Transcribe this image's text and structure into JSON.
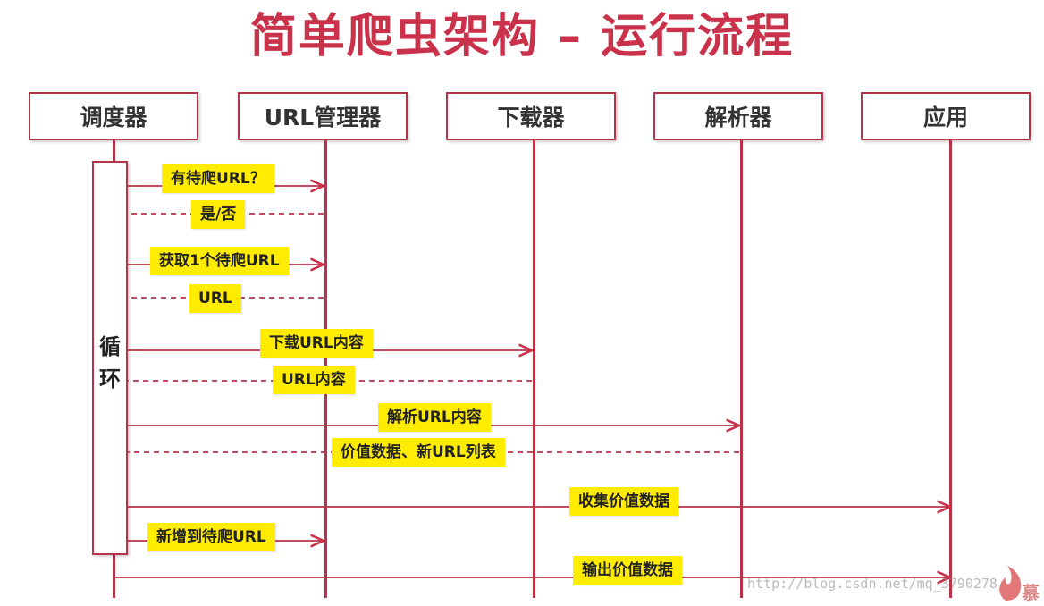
{
  "title": "简单爬虫架构 – 运行流程",
  "actors": [
    "调度器",
    "URL管理器",
    "下载器",
    "解析器",
    "应用"
  ],
  "loop_label": [
    "循",
    "环"
  ],
  "messages": [
    {
      "label": "有待爬URL？",
      "from": 0,
      "to": 1,
      "dashed": false
    },
    {
      "label": "是/否",
      "from": 1,
      "to": 0,
      "dashed": true
    },
    {
      "label": "获取1个待爬URL",
      "from": 0,
      "to": 1,
      "dashed": false
    },
    {
      "label": "URL",
      "from": 1,
      "to": 0,
      "dashed": true
    },
    {
      "label": "下载URL内容",
      "from": 0,
      "to": 2,
      "dashed": false
    },
    {
      "label": "URL内容",
      "from": 2,
      "to": 0,
      "dashed": true
    },
    {
      "label": "解析URL内容",
      "from": 0,
      "to": 3,
      "dashed": false
    },
    {
      "label": "价值数据、新URL列表",
      "from": 3,
      "to": 0,
      "dashed": true
    },
    {
      "label": "收集价值数据",
      "from": 0,
      "to": 4,
      "dashed": false
    },
    {
      "label": "新增到待爬URL",
      "from": 0,
      "to": 1,
      "dashed": false
    },
    {
      "label": "输出价值数据",
      "from": 0,
      "to": 4,
      "dashed": false
    }
  ],
  "watermark": "http://blog.csdn.net/mq_3790278",
  "colors": {
    "accent": "#c9324a",
    "line": "#b8334a",
    "label_bg": "#ffec00"
  }
}
